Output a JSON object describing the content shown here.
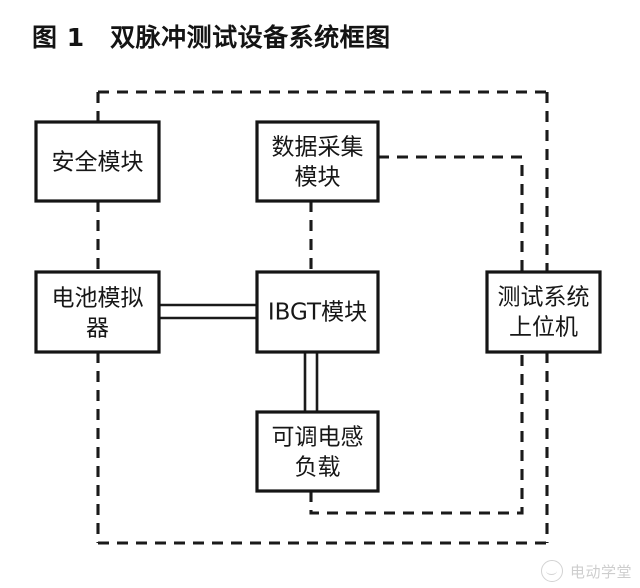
{
  "figure": {
    "title": "图 1　双脉冲测试设备系统框图",
    "label": "图 1",
    "caption": "双脉冲测试设备系统框图"
  },
  "colors": {
    "box_stroke": "#151515",
    "box_fill": "#ffffff",
    "text": "#171717",
    "dashed_line": "#1a1a1a",
    "solid_line": "#1a1a1a",
    "page_background": "#ffffff",
    "watermark": "#5e5e5e"
  },
  "nodes": [
    {
      "id": "safety",
      "label_line1": "安全模块",
      "label_line2": ""
    },
    {
      "id": "daq",
      "label_line1": "数据采集",
      "label_line2": "模块"
    },
    {
      "id": "battery",
      "label_line1": "电池模拟",
      "label_line2": "器"
    },
    {
      "id": "ibgt",
      "label_line1": "IBGT模块",
      "label_line2": ""
    },
    {
      "id": "host",
      "label_line1": "测试系统",
      "label_line2": "上位机"
    },
    {
      "id": "inductor",
      "label_line1": "可调电感",
      "label_line2": "负载"
    }
  ],
  "connections": {
    "signal_bus_style": "dashed",
    "power_link_style": "double-solid",
    "items": [
      {
        "from": "safety",
        "to": "host",
        "style": "dashed"
      },
      {
        "from": "daq",
        "to": "host",
        "style": "dashed"
      },
      {
        "from": "battery",
        "to": "host",
        "style": "dashed"
      },
      {
        "from": "ibgt",
        "to": "host",
        "style": "dashed"
      },
      {
        "from": "inductor",
        "to": "host",
        "style": "dashed"
      },
      {
        "from": "battery",
        "to": "ibgt",
        "style": "double-solid"
      },
      {
        "from": "ibgt",
        "to": "inductor",
        "style": "double-solid"
      }
    ]
  },
  "watermark": {
    "text": "电动学堂",
    "icon": "smiley-circle-logo"
  }
}
